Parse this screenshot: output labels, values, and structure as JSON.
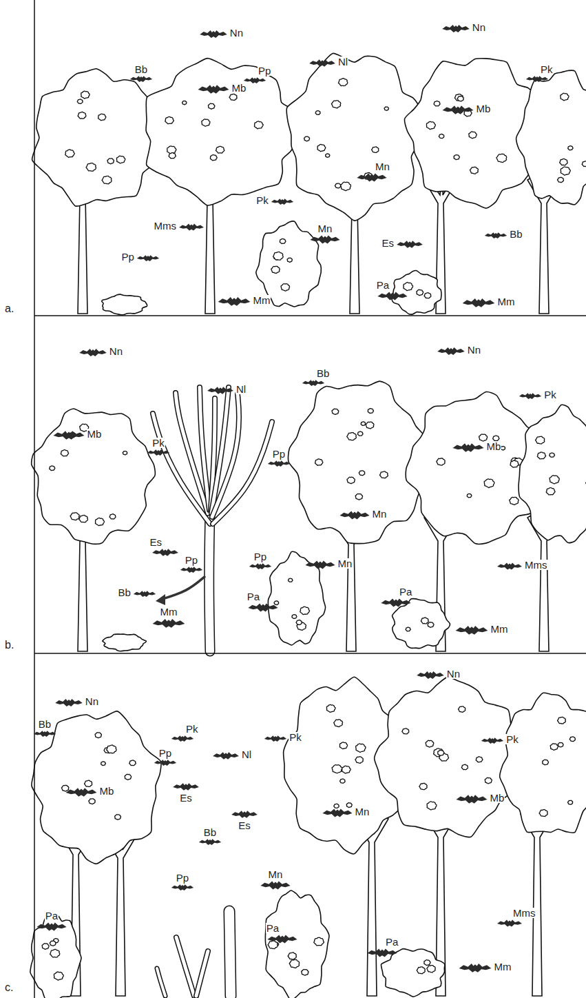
{
  "diagram": {
    "labels": [
      "Nn",
      "Nn",
      "Pp",
      "Nl",
      "Bb",
      "Mb",
      "Mb",
      "Pk",
      "Mn",
      "Pk",
      "Mms",
      "Mn",
      "Es",
      "Bb",
      "Pp",
      "Mm",
      "Mm",
      "Pa",
      "a.",
      "Nn",
      "Nn",
      "Nl",
      "Bb",
      "Pk",
      "Mb",
      "Pk",
      "Pp",
      "Mb",
      "Mn",
      "Es",
      "Pp",
      "Pp",
      "Mn",
      "Bb",
      "Pa",
      "Mms",
      "Pa",
      "Mm",
      "Mm",
      "b.",
      "Nn",
      "Nn",
      "Bb",
      "Pk",
      "Pk",
      "Pk",
      "Pp",
      "Nl",
      "Mb",
      "Es",
      "Es",
      "Mn",
      "Mb",
      "Bb",
      "Pp",
      "Mn",
      "Mms",
      "Pa",
      "Pa",
      "Pa",
      "Mm",
      "c."
    ]
  }
}
